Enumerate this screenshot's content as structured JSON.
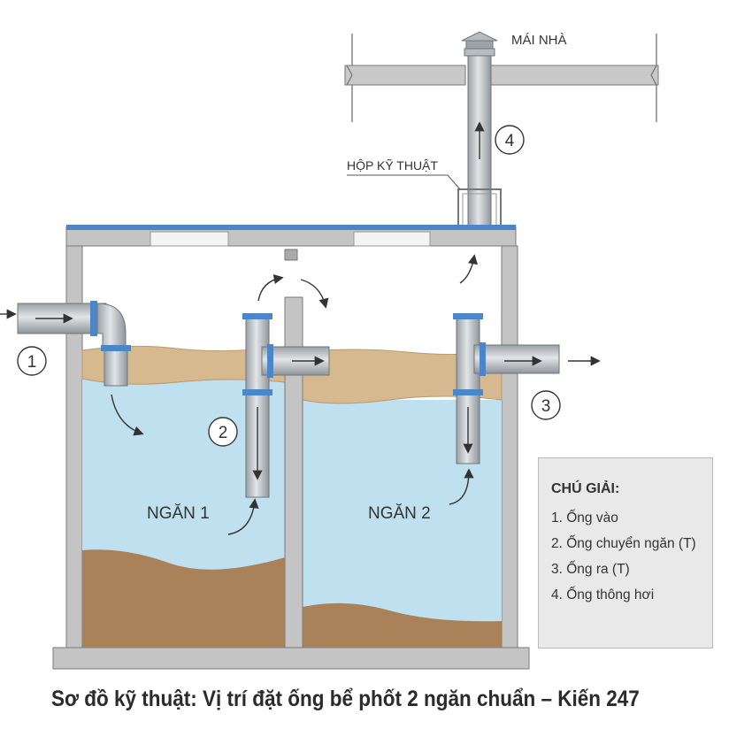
{
  "labels": {
    "roof": "MÁI NHÀ",
    "tech_box": "HỘP KỸ THUẬT",
    "chamber1": "NGĂN 1",
    "chamber2": "NGĂN 2"
  },
  "markers": [
    "1",
    "2",
    "3",
    "4"
  ],
  "legend": {
    "title": "CHÚ GIẢI:",
    "items": [
      "1. Ống vào",
      "2. Ống chuyển ngăn (T)",
      "3. Ống ra (T)",
      "4. Ống thông hơi"
    ]
  },
  "caption": "Sơ đồ kỹ thuật: Vị trí đặt ống bể phốt 2 ngăn chuẩn – Kiến 247",
  "colors": {
    "water": "#bfe0ef",
    "scum": "#d6b98e",
    "sludge": "#a9825a",
    "concrete": "#c7c7c7",
    "pipe": "#c5c9cc",
    "pipe_ring": "#4a86c8",
    "lid_stripe": "#4a86c8"
  }
}
